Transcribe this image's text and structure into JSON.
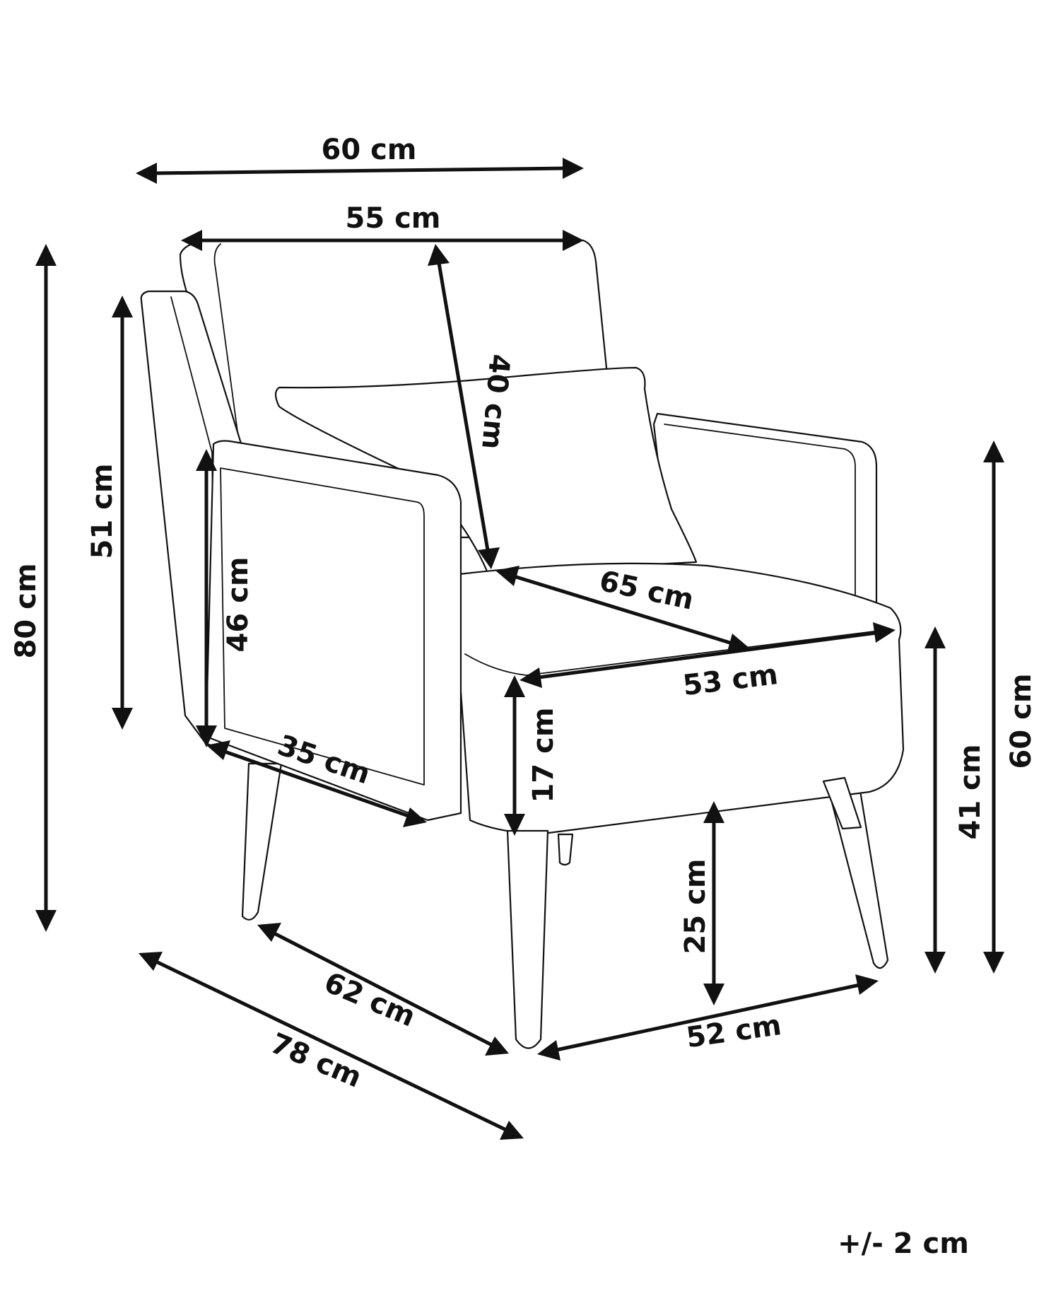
{
  "dimensions": {
    "overall_width": "60 cm",
    "backrest_width": "55 cm",
    "backrest_height": "40 cm",
    "overall_height": "80 cm",
    "back_side_height": "51 cm",
    "armrest_height": "46 cm",
    "armrest_depth": "35 cm",
    "seat_depth": "65 cm",
    "seat_width": "53 cm",
    "cushion_thickness": "17 cm",
    "leg_height": "25 cm",
    "seat_height": "41 cm",
    "arm_height_floor": "60 cm",
    "leg_depth": "62 cm",
    "overall_depth": "78 cm",
    "leg_width": "52 cm"
  },
  "tolerance": "+/- 2 cm"
}
